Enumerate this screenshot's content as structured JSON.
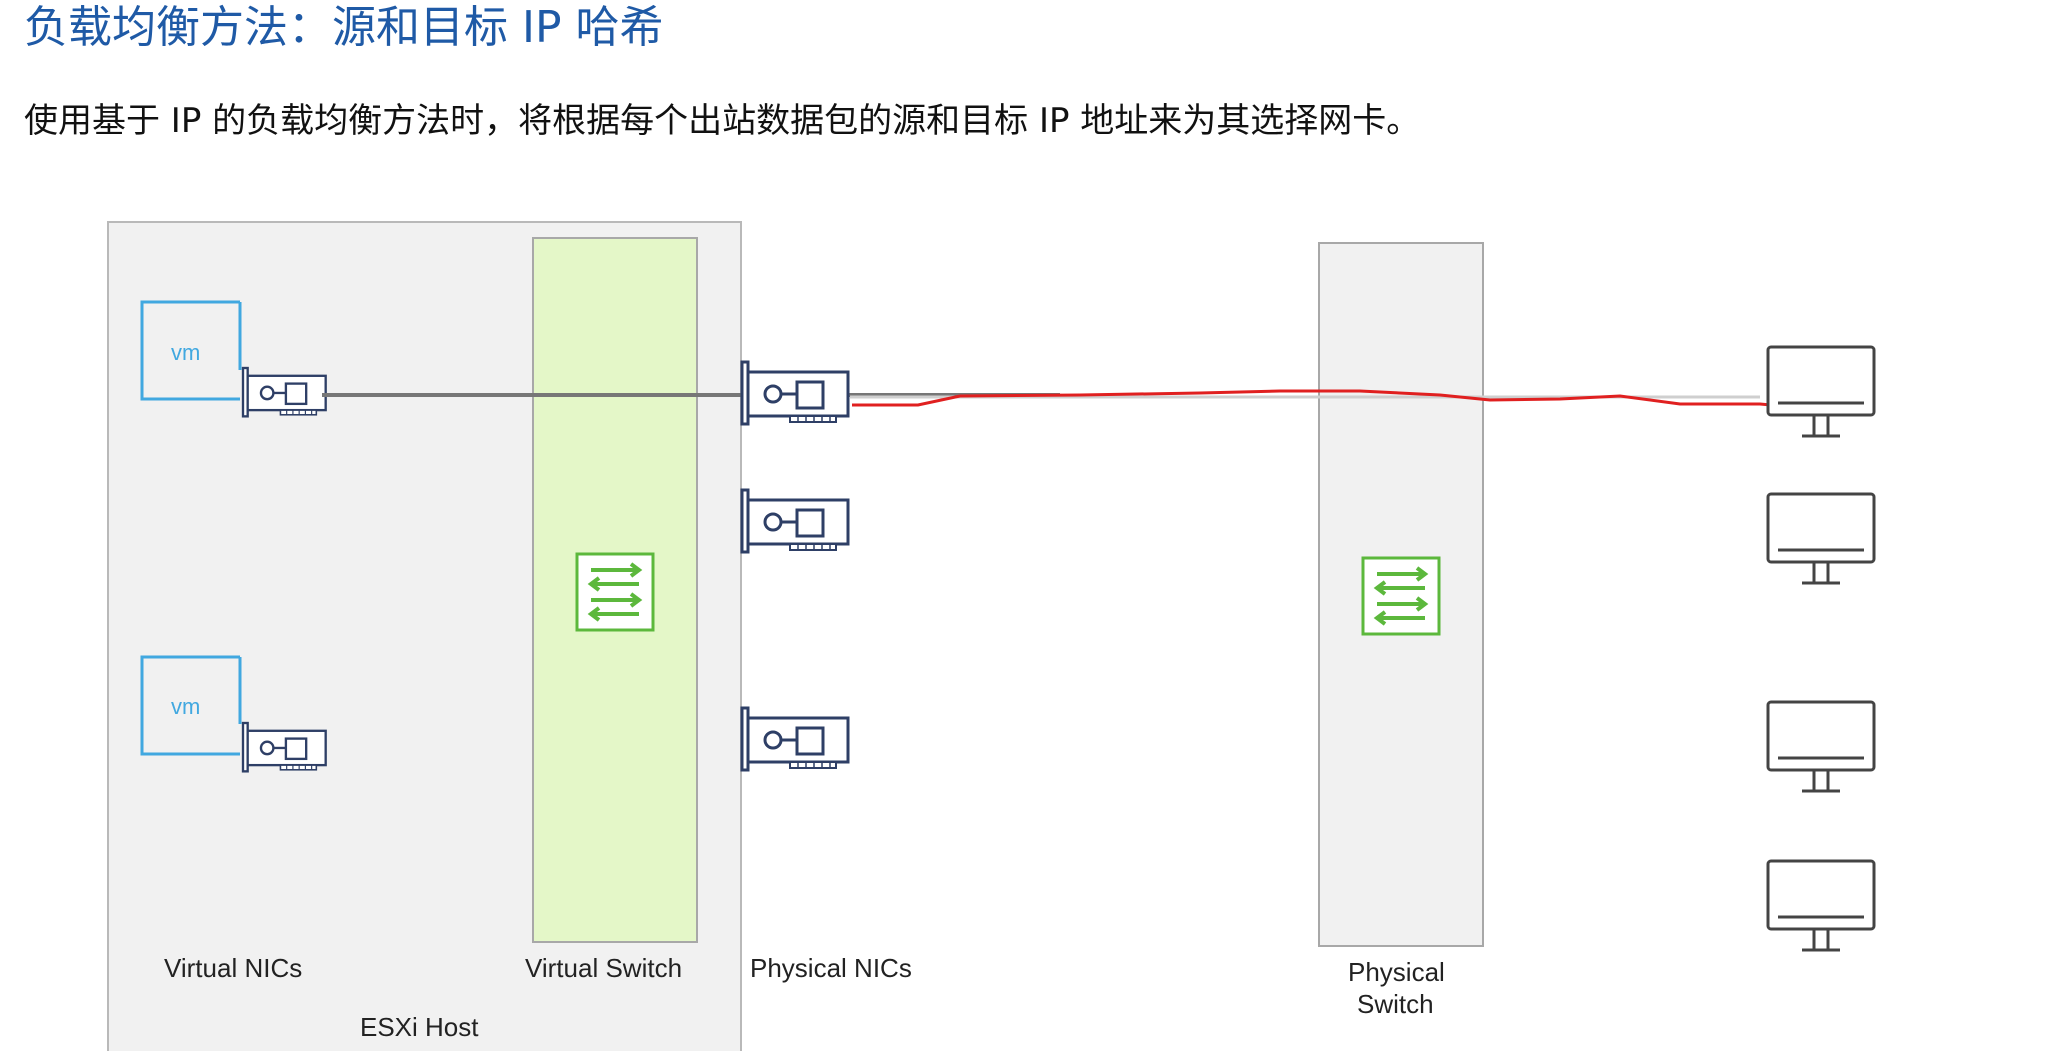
{
  "header": {
    "title": "负载均衡方法：源和目标 IP 哈希",
    "subtitle": "使用基于 IP 的负载均衡方法时，将根据每个出站数据包的源和目标 IP 地址来为其选择网卡。"
  },
  "diagram": {
    "esxi_host_label": "ESXi Host",
    "virtual_nics_label": "Virtual NICs",
    "virtual_switch_label": "Virtual Switch",
    "physical_nics_label": "Physical NICs",
    "physical_switch_label_line1": "Physical",
    "physical_switch_label_line2": "Switch",
    "vm1_label": "vm",
    "vm2_label": "vm"
  },
  "colors": {
    "title": "#1f5aa6",
    "vm_border": "#41a8e0",
    "virtual_switch_fill": "#e4f7c8",
    "switch_icon": "#5cb83c",
    "traffic_path": "#e02020",
    "host_fill": "#f1f1f1",
    "nic_stroke": "#2e3f66"
  }
}
